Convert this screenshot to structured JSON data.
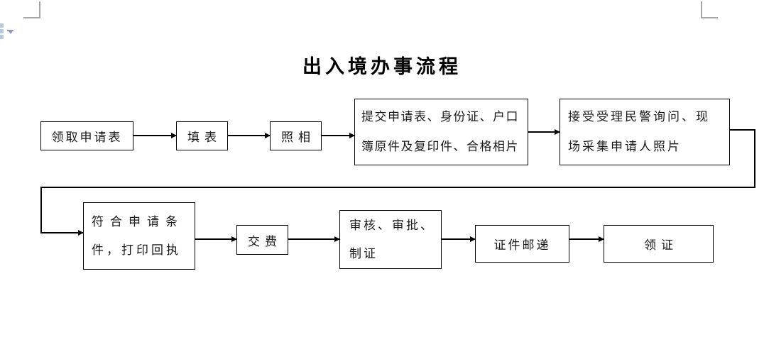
{
  "page": {
    "title": "出入境办事流程",
    "background": "#ffffff",
    "line_color": "#000000",
    "crop_mark_color": "#a6a6a6",
    "icon_colors": {
      "doc_fragment": "#b9c6e1",
      "format_marker": "#8d9cb6"
    }
  },
  "flowchart": {
    "nodes": [
      {
        "id": "n1",
        "label": "领取申请表"
      },
      {
        "id": "n2",
        "label": "填表"
      },
      {
        "id": "n3",
        "label": "照相"
      },
      {
        "id": "n4",
        "label": "提交申请表、身份证、户口簿原件及复印件、合格相片",
        "lines": [
          "提交申请表、身份证、户口",
          "簿原件及复印件、合格相片"
        ]
      },
      {
        "id": "n5",
        "label": "接受受理民警询问、现场采集申请人照片",
        "lines": [
          "接受受理民警询问、现",
          "场采集申请人照片"
        ]
      },
      {
        "id": "n6",
        "label": "符合申请条件，打印回执",
        "lines": [
          "符合申请条",
          "件，打印回执"
        ]
      },
      {
        "id": "n7",
        "label": "交费"
      },
      {
        "id": "n8",
        "label": "审核、审批、制证",
        "lines": [
          "审核、审批、",
          "制证"
        ]
      },
      {
        "id": "n9",
        "label": "证件邮递"
      },
      {
        "id": "n10",
        "label": "领证"
      }
    ],
    "edges": [
      {
        "from": "n1",
        "to": "n2"
      },
      {
        "from": "n2",
        "to": "n3"
      },
      {
        "from": "n3",
        "to": "n4"
      },
      {
        "from": "n4",
        "to": "n5"
      },
      {
        "from": "n5",
        "to": "n6"
      },
      {
        "from": "n6",
        "to": "n7"
      },
      {
        "from": "n7",
        "to": "n8"
      },
      {
        "from": "n8",
        "to": "n9"
      },
      {
        "from": "n9",
        "to": "n10"
      }
    ]
  }
}
